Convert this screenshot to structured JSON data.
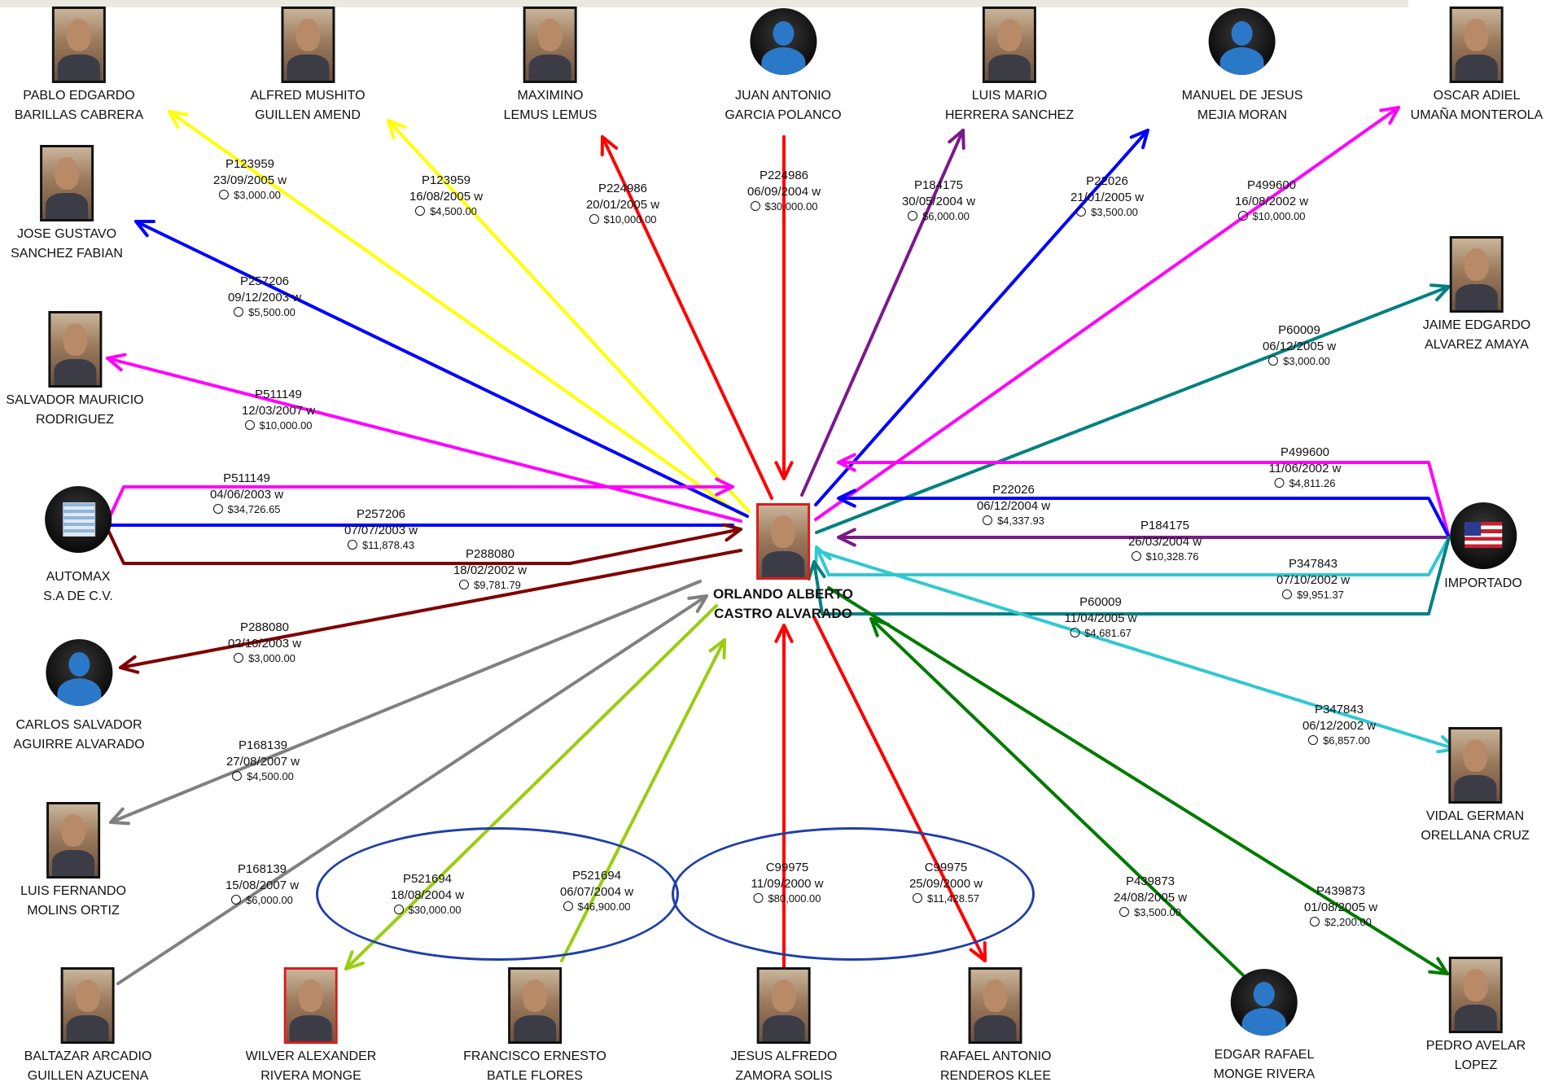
{
  "nodes": {
    "pablo": {
      "line1": "PABLO EDGARDO",
      "line2": "BARILLAS CABRERA"
    },
    "alfred": {
      "line1": "ALFRED MUSHITO",
      "line2": "GUILLEN AMEND"
    },
    "maximino": {
      "line1": "MAXIMINO",
      "line2": "LEMUS LEMUS"
    },
    "juan": {
      "line1": "JUAN ANTONIO",
      "line2": "GARCIA POLANCO"
    },
    "luismario": {
      "line1": "LUIS MARIO",
      "line2": "HERRERA SANCHEZ"
    },
    "manuel": {
      "line1": "MANUEL DE JESUS",
      "line2": "MEJIA MORAN"
    },
    "oscar": {
      "line1": "OSCAR ADIEL",
      "line2": "UMAÑA MONTEROLA"
    },
    "jose": {
      "line1": "JOSE GUSTAVO",
      "line2": "SANCHEZ FABIAN"
    },
    "jaime": {
      "line1": "JAIME EDGARDO",
      "line2": "ALVAREZ AMAYA"
    },
    "salvador": {
      "line1": "SALVADOR MAURICIO",
      "line2": "RODRIGUEZ"
    },
    "automax": {
      "line1": "AUTOMAX",
      "line2": "S.A DE C.V."
    },
    "importado": {
      "line1": "IMPORTADO"
    },
    "center": {
      "line1": "ORLANDO ALBERTO",
      "line2": "CASTRO ALVARADO"
    },
    "carlos": {
      "line1": "CARLOS SALVADOR",
      "line2": "AGUIRRE ALVARADO"
    },
    "vidal": {
      "line1": "VIDAL GERMAN",
      "line2": "ORELLANA CRUZ"
    },
    "luisfernando": {
      "line1": "LUIS FERNANDO",
      "line2": "MOLINS ORTIZ"
    },
    "baltazar": {
      "line1": "BALTAZAR ARCADIO",
      "line2": "GUILLEN AZUCENA"
    },
    "wilver": {
      "line1": "WILVER ALEXANDER",
      "line2": "RIVERA MONGE"
    },
    "francisco": {
      "line1": "FRANCISCO ERNESTO",
      "line2": "BATLE FLORES"
    },
    "jesus": {
      "line1": "JESUS ALFREDO",
      "line2": "ZAMORA SOLIS"
    },
    "rafael": {
      "line1": "RAFAEL ANTONIO",
      "line2": "RENDEROS KLEE"
    },
    "edgar": {
      "line1": "EDGAR RAFAEL",
      "line2": "MONGE RIVERA"
    },
    "pedro": {
      "line1": "PEDRO AVELAR",
      "line2": "LOPEZ"
    }
  },
  "transactions": [
    {
      "code": "P123959",
      "date": "23/09/2005 w",
      "amount": "$3,000.00",
      "color": "#ffff00"
    },
    {
      "code": "P123959",
      "date": "16/08/2005 w",
      "amount": "$4,500.00",
      "color": "#ffff00"
    },
    {
      "code": "P224986",
      "date": "20/01/2005 w",
      "amount": "$10,000.00",
      "color": "#ff0000"
    },
    {
      "code": "P224986",
      "date": "06/09/2004 w",
      "amount": "$30,000.00",
      "color": "#ff0000"
    },
    {
      "code": "P184175",
      "date": "30/05/2004 w",
      "amount": "$6,000.00",
      "color": "#7a1a8a"
    },
    {
      "code": "P22026",
      "date": "21/01/2005 w",
      "amount": "$3,500.00",
      "color": "#0000ff"
    },
    {
      "code": "P499600",
      "date": "16/08/2002 w",
      "amount": "$10,000.00",
      "color": "#ff00ff"
    },
    {
      "code": "P257206",
      "date": "09/12/2003 w",
      "amount": "$5,500.00",
      "color": "#0000ff"
    },
    {
      "code": "P60009",
      "date": "06/12/2005 w",
      "amount": "$3,000.00",
      "color": "#008080"
    },
    {
      "code": "P511149",
      "date": "12/03/2007 w",
      "amount": "$10,000.00",
      "color": "#ff00ff"
    },
    {
      "code": "P511149",
      "date": "04/06/2003 w",
      "amount": "$34,726.65",
      "color": "#ff00ff"
    },
    {
      "code": "P257206",
      "date": "07/07/2003 w",
      "amount": "$11,878.43",
      "color": "#0000ff"
    },
    {
      "code": "P288080",
      "date": "18/02/2002 w",
      "amount": "$9,781.79",
      "color": "#800000"
    },
    {
      "code": "P499600",
      "date": "11/06/2002 w",
      "amount": "$4,811.26",
      "color": "#ff00ff"
    },
    {
      "code": "P22026",
      "date": "06/12/2004 w",
      "amount": "$4,337.93",
      "color": "#0000ff"
    },
    {
      "code": "P184175",
      "date": "26/03/2004 w",
      "amount": "$10,328.76",
      "color": "#7a1a8a"
    },
    {
      "code": "P347843",
      "date": "07/10/2002 w",
      "amount": "$9,951.37",
      "color": "#30c8d0"
    },
    {
      "code": "P60009",
      "date": "11/04/2005 w",
      "amount": "$4,681.67",
      "color": "#008080"
    },
    {
      "code": "P288080",
      "date": "02/10/2003 w",
      "amount": "$3,000.00",
      "color": "#800000"
    },
    {
      "code": "P347843",
      "date": "06/12/2002 w",
      "amount": "$6,857.00",
      "color": "#30c8d0"
    },
    {
      "code": "P168139",
      "date": "27/08/2007 w",
      "amount": "$4,500.00",
      "color": "#808080"
    },
    {
      "code": "P168139",
      "date": "15/08/2007 w",
      "amount": "$6,000.00",
      "color": "#808080"
    },
    {
      "code": "P521694",
      "date": "18/08/2004 w",
      "amount": "$30,000.00",
      "color": "#9acd10"
    },
    {
      "code": "P521694",
      "date": "06/07/2004 w",
      "amount": "$46,900.00",
      "color": "#9acd10"
    },
    {
      "code": "C99975",
      "date": "11/09/2000 w",
      "amount": "$80,000.00",
      "color": "#ff0000"
    },
    {
      "code": "C99975",
      "date": "25/09/2000 w",
      "amount": "$11,428.57",
      "color": "#ff0000"
    },
    {
      "code": "P439873",
      "date": "24/08/2005 w",
      "amount": "$3,500.00",
      "color": "#007a00"
    },
    {
      "code": "P439873",
      "date": "01/08/2005 w",
      "amount": "$2,200.00",
      "color": "#007a00"
    }
  ]
}
